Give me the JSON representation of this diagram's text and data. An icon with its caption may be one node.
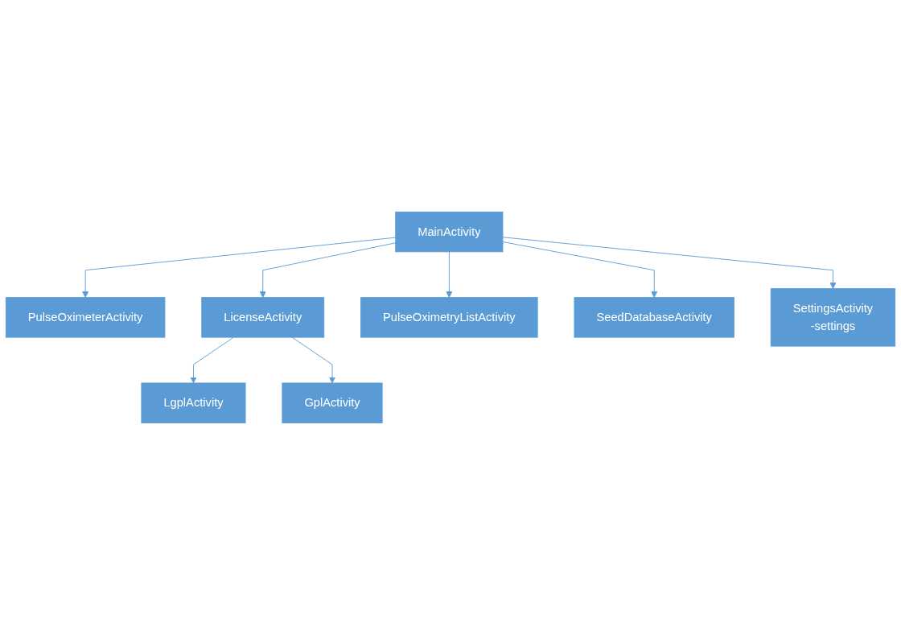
{
  "diagram": {
    "nodes": [
      {
        "text": [
          "MainActivity"
        ]
      },
      {
        "text": [
          "PulseOximeterActivity"
        ]
      },
      {
        "text": [
          "LicenseActivity"
        ]
      },
      {
        "text": [
          "PulseOximetryListActivity"
        ]
      },
      {
        "text": [
          "LgplActivity"
        ]
      },
      {
        "text": [
          "GplActivity"
        ]
      },
      {
        "text": [
          "SeedDatabaseActivity"
        ]
      },
      {
        "text": [
          "SettingsActivity",
          "-settings"
        ]
      }
    ],
    "edges": [
      {
        "from": 0,
        "to": 1,
        "arrow": "to"
      },
      {
        "from": 0,
        "to": 2,
        "arrow": "to"
      },
      {
        "from": 0,
        "to": 3,
        "arrow": "to"
      },
      {
        "from": 2,
        "to": 4,
        "arrow": "to"
      },
      {
        "from": 2,
        "to": 5,
        "arrow": "to"
      },
      {
        "from": 0,
        "to": 6,
        "arrow": "to"
      },
      {
        "from": 0,
        "to": 7,
        "arrow": "to"
      }
    ]
  }
}
